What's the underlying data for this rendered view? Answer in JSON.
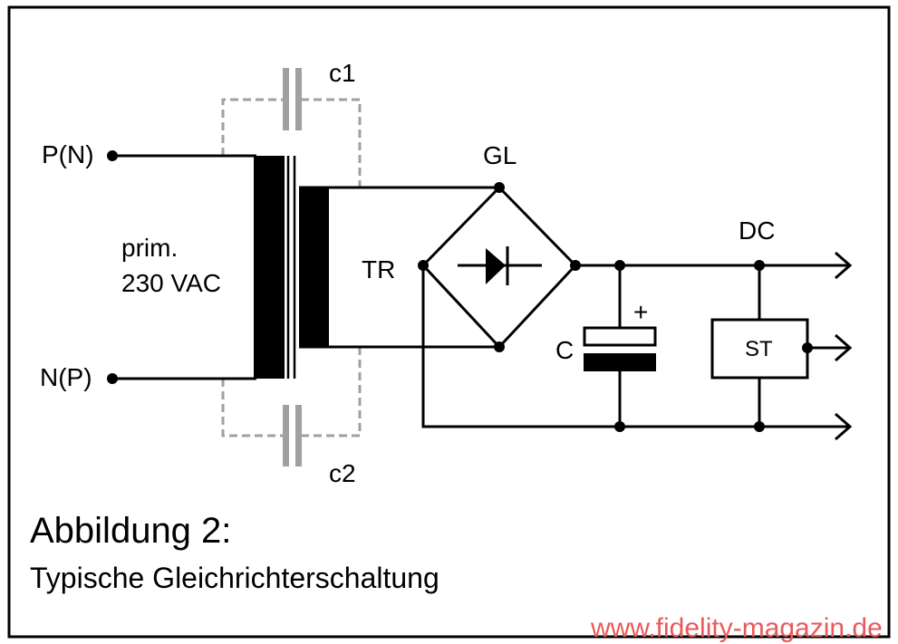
{
  "diagram": {
    "labels": {
      "input_top": "P(N)",
      "input_bottom": "N(P)",
      "primary_line1": "prim.",
      "primary_line2": "230 VAC",
      "cap1": "c1",
      "cap2": "c2",
      "rectifier": "GL",
      "transformer": "TR",
      "output": "DC",
      "capacitor": "C",
      "capacitor_polarity": "+",
      "regulator": "ST"
    },
    "caption": {
      "title": "Abbildung 2:",
      "subtitle": "Typische Gleichrichterschaltung"
    },
    "watermark": "www.fidelity-magazin.de",
    "colors": {
      "line": "#000000",
      "stray_capacitance": "#a0a0a0",
      "watermark": "#e85a5a"
    }
  }
}
